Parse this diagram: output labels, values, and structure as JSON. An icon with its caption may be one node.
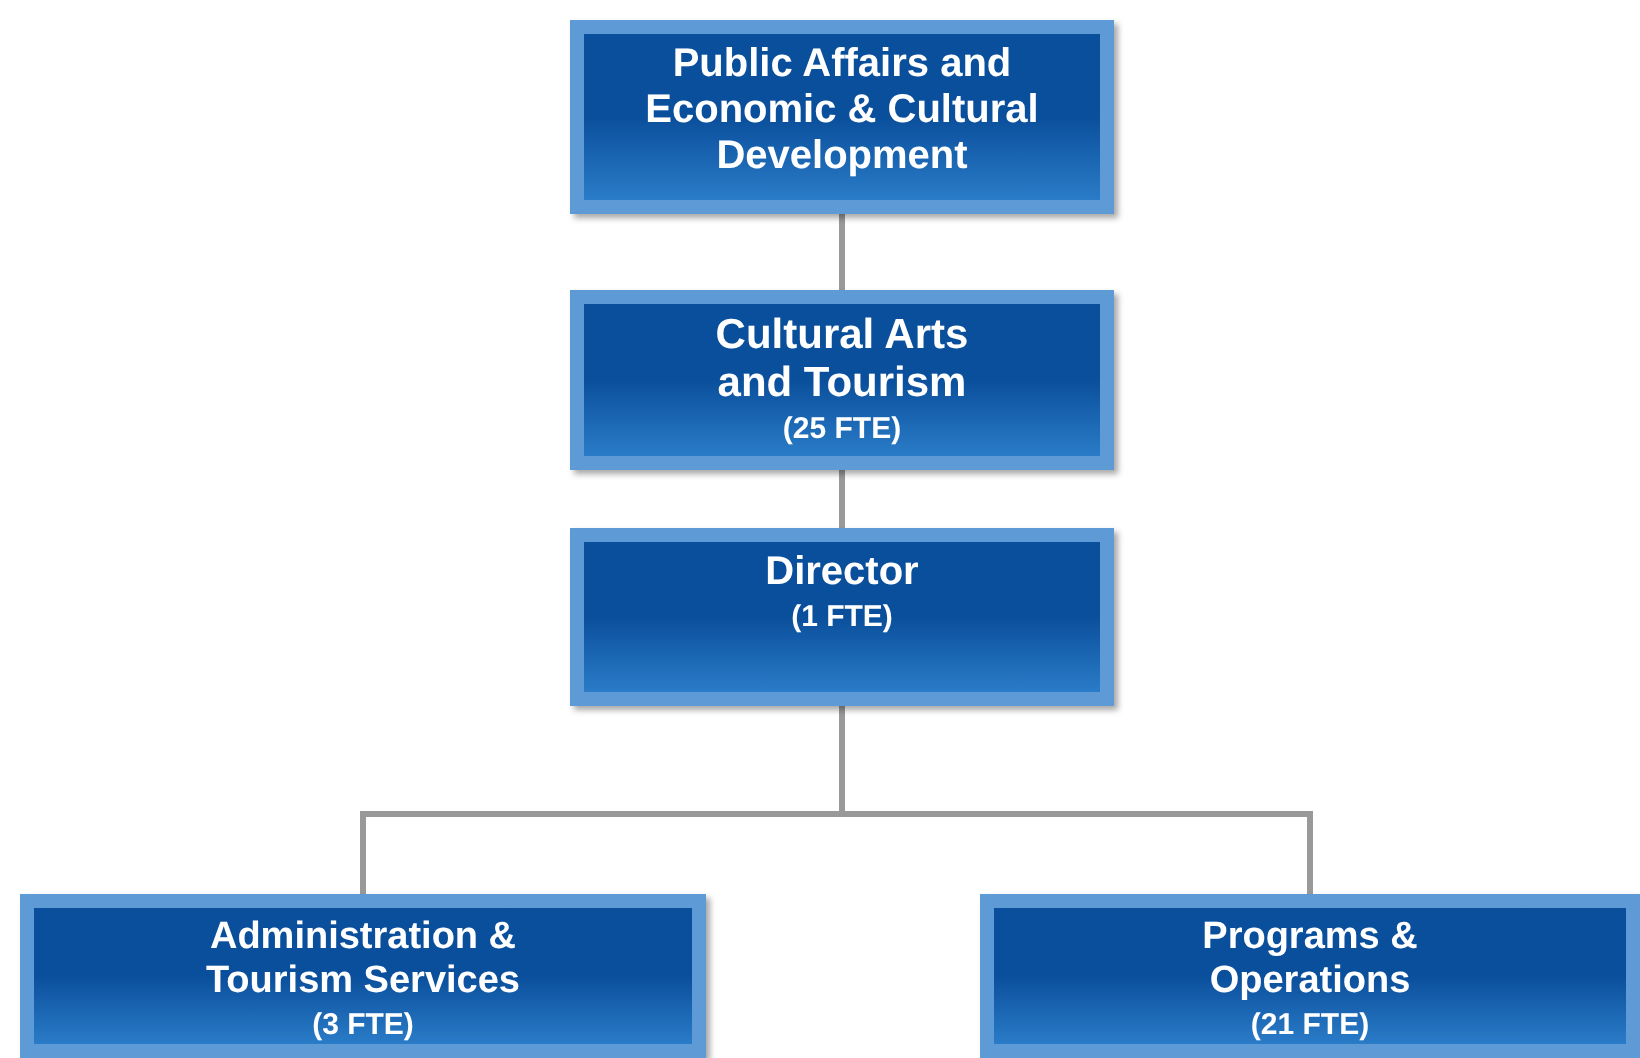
{
  "diagram": {
    "nodes": [
      {
        "text": [
          "Public Affairs and Economic & Cultural Development"
        ]
      },
      {
        "text": [
          "Cultural Arts and Tourism",
          "(25 FTE)"
        ]
      },
      {
        "text": [
          "Director",
          "(1 FTE)"
        ]
      },
      {
        "text": [
          "Administration & Tourism Services",
          "(3 FTE)"
        ]
      },
      {
        "text": [
          "Programs & Operations",
          "(21 FTE)"
        ]
      }
    ],
    "edges": [
      {
        "from": 0,
        "to": 1,
        "arrow": "none"
      },
      {
        "from": 1,
        "to": 2,
        "arrow": "none"
      },
      {
        "from": 2,
        "to": 3,
        "arrow": "none"
      },
      {
        "from": 2,
        "to": 4,
        "arrow": "none"
      }
    ]
  }
}
